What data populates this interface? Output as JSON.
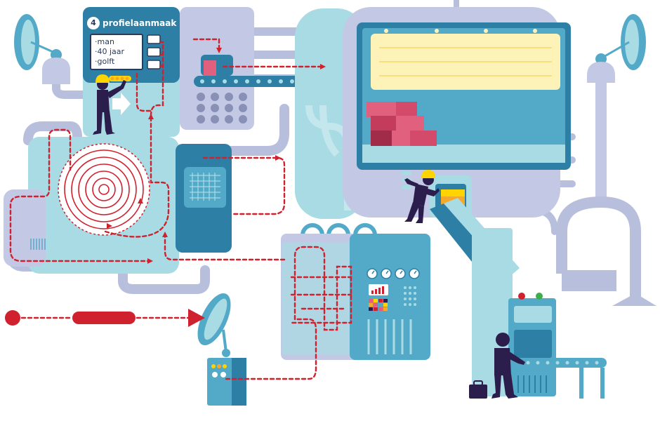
{
  "profile_panel": {
    "step_number": "4",
    "title": "profielaanmaak",
    "attributes": [
      "·man",
      "·40 jaar",
      "·golft"
    ]
  },
  "colors": {
    "pipe": "#b7bfdc",
    "machine_light": "#a8dbe4",
    "machine_mid": "#53a9c8",
    "machine_dark": "#2d7fa6",
    "panel_purple": "#c3c8e4",
    "flow_red": "#d0212e",
    "worker": "#2c1e4c",
    "hardhat": "#ffd400",
    "screen_yellow": "#fdf3b8",
    "block_pink": "#e0607e",
    "package_orange": "#f6a82b"
  }
}
